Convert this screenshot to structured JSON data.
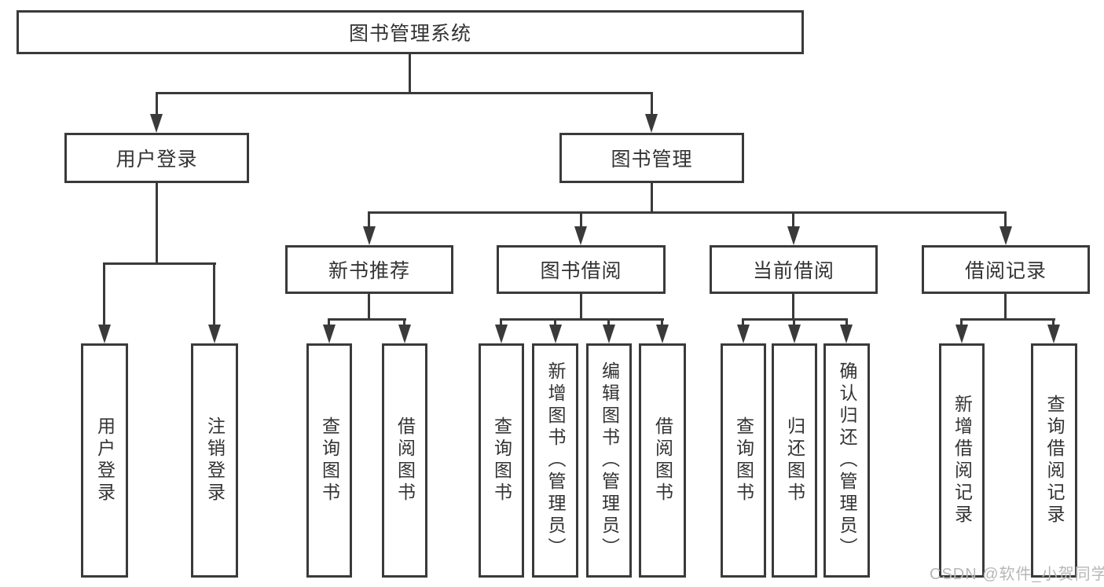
{
  "colors": {
    "line": "#3a3a3a",
    "text": "#333333",
    "watermark": "#b7b7b7",
    "background": "#ffffff"
  },
  "watermark": "CSDN @软件_小贺同学",
  "tree": {
    "root": "图书管理系统",
    "branches": [
      {
        "label": "用户登录",
        "children": [
          "用户登录",
          "注销登录"
        ]
      },
      {
        "label": "图书管理",
        "children": [
          {
            "label": "新书推荐",
            "children": [
              "查询图书",
              "借阅图书"
            ]
          },
          {
            "label": "图书借阅",
            "children": [
              "查询图书",
              "新增图书（管理员）",
              "编辑图书（管理员）",
              "借阅图书"
            ]
          },
          {
            "label": "当前借阅",
            "children": [
              "查询图书",
              "归还图书",
              "确认归还（管理员）"
            ]
          },
          {
            "label": "借阅记录",
            "children": [
              "新增借阅记录",
              "查询借阅记录"
            ]
          }
        ]
      }
    ]
  }
}
